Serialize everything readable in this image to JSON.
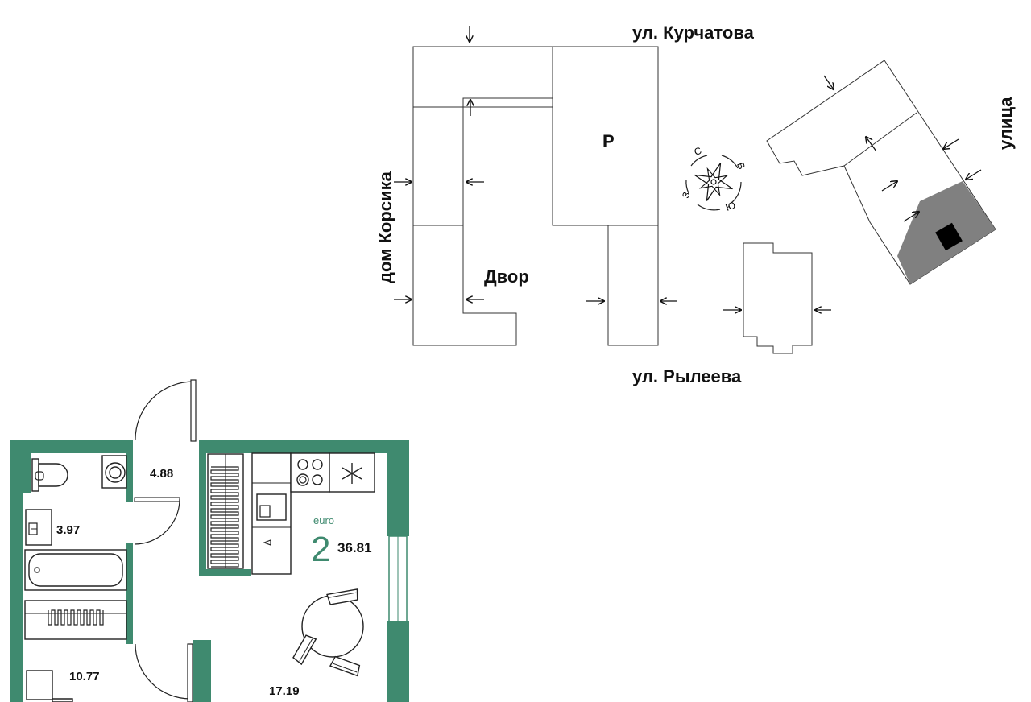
{
  "site_plan": {
    "street_top": "ул. Курчатова",
    "street_bottom": "ул. Рылеева",
    "street_left": "дом Корсика",
    "street_right": "улица",
    "courtyard": "Двор",
    "parking": "Р",
    "compass": {
      "north": "С",
      "east": "В",
      "south": "Ю",
      "west": "З"
    },
    "highlight_color": "#808080"
  },
  "apartment": {
    "type_label": "euro",
    "rooms": "2",
    "total_area": "36.81",
    "wall_color": "#3f8a6f",
    "areas": {
      "hall": "4.88",
      "bathroom": "3.97",
      "bedroom": "10.77",
      "kitchen_living": "17.19"
    }
  }
}
